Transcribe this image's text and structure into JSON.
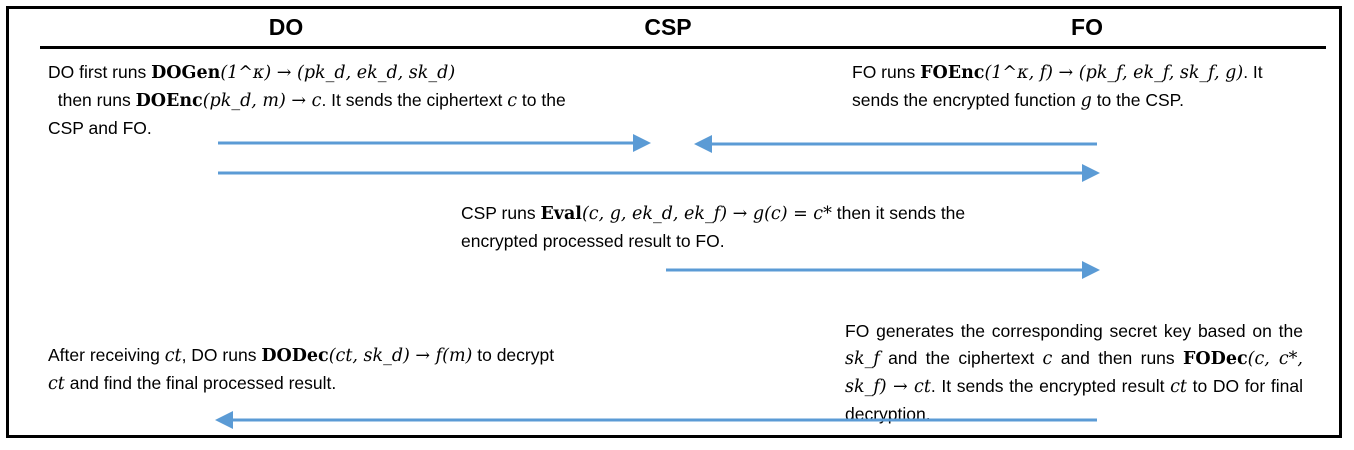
{
  "headers": {
    "do": "DO",
    "csp": "CSP",
    "fo": "FO"
  },
  "steps": {
    "do_gen": {
      "t1": "DO first runs ",
      "fn1": "DOGen",
      "expr1": "(1^κ) → (pk_d, ek_d, sk_d)",
      "t2": "  then runs ",
      "fn2": "DOEnc",
      "expr2": "(pk_d, m) → c",
      "t3": ". It sends the ciphertext ",
      "v1": "c",
      "t4": " to the CSP and FO."
    },
    "fo_enc": {
      "t1": "FO runs ",
      "fn1": "FOEnc",
      "expr1": "(1^κ, f) → (pk_f, ek_f, sk_f, g)",
      "t2": ". It sends the encrypted function ",
      "v1": "g",
      "t3": " to the CSP."
    },
    "csp_eval": {
      "t1": "CSP runs ",
      "fn1": "Eval",
      "expr1": "(c, g, ek_d, ek_f) → g(c) = c*",
      "t2": " then it sends the encrypted processed result to FO."
    },
    "fo_dec": {
      "t1": "FO generates the corresponding secret key based on the ",
      "v1": "sk_f",
      "t2": " and the ciphertext ",
      "v2": "c",
      "t3": " and then runs ",
      "fn1": "FODec",
      "expr1": "(c, c*, sk_f) → ct",
      "t4": ". It sends the encrypted result ",
      "v3": "ct",
      "t5": " to DO for final decryption."
    },
    "do_dec": {
      "t1": "After receiving ",
      "v1": "ct",
      "t2": ", DO runs ",
      "fn1": "DODec",
      "expr1": "(ct, sk_d) → f(m)",
      "t3": " to decrypt ",
      "v2": "ct",
      "t4": " and find the final processed result."
    }
  },
  "colors": {
    "arrow": "#5b9bd5",
    "border": "#000000"
  }
}
